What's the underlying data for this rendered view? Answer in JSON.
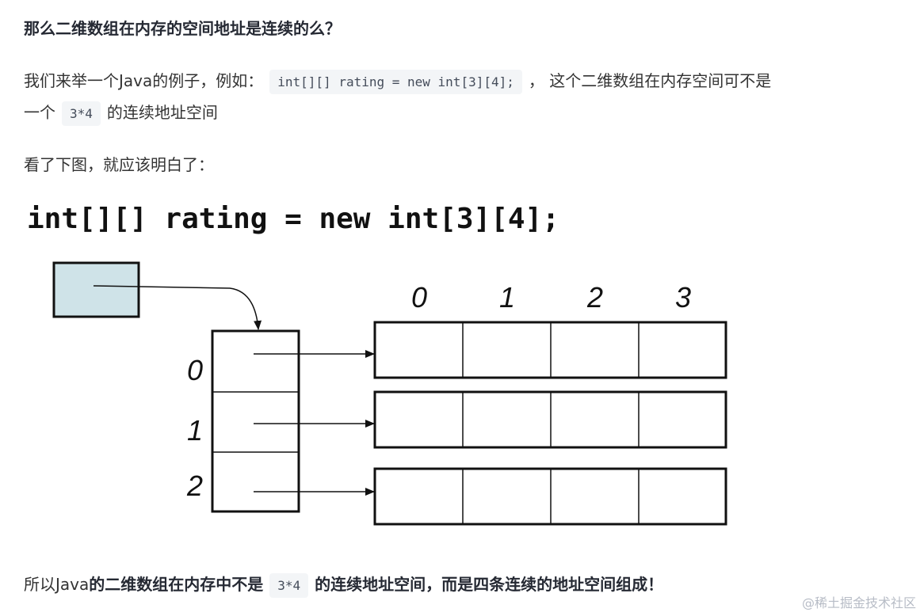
{
  "heading": "那么二维数组在内存的空间地址是连续的么？",
  "para1": {
    "prefix": "我们来举一个Java的例子，例如：",
    "code": "int[][] rating = new int[3][4];",
    "suffix": "， 这个二维数组在内存空间可不是"
  },
  "para2": {
    "prefix": "一个",
    "code": "3*4",
    "suffix": "的连续地址空间"
  },
  "para3": "看了下图，就应该明白了：",
  "figure": {
    "code_title": "int[][] rating = new int[3][4];",
    "column_indices": [
      "0",
      "1",
      "2",
      "3"
    ],
    "row_indices": [
      "0",
      "1",
      "2"
    ],
    "ref_box_color": "#cfe3e8"
  },
  "para4": {
    "prefix": "所以Java",
    "bold1": "的二维数组在内存中不是",
    "code": "3*4",
    "bold2": "的连续地址空间，而是四条连续的地址空间组成！"
  },
  "watermark": "@稀土掘金技术社区"
}
